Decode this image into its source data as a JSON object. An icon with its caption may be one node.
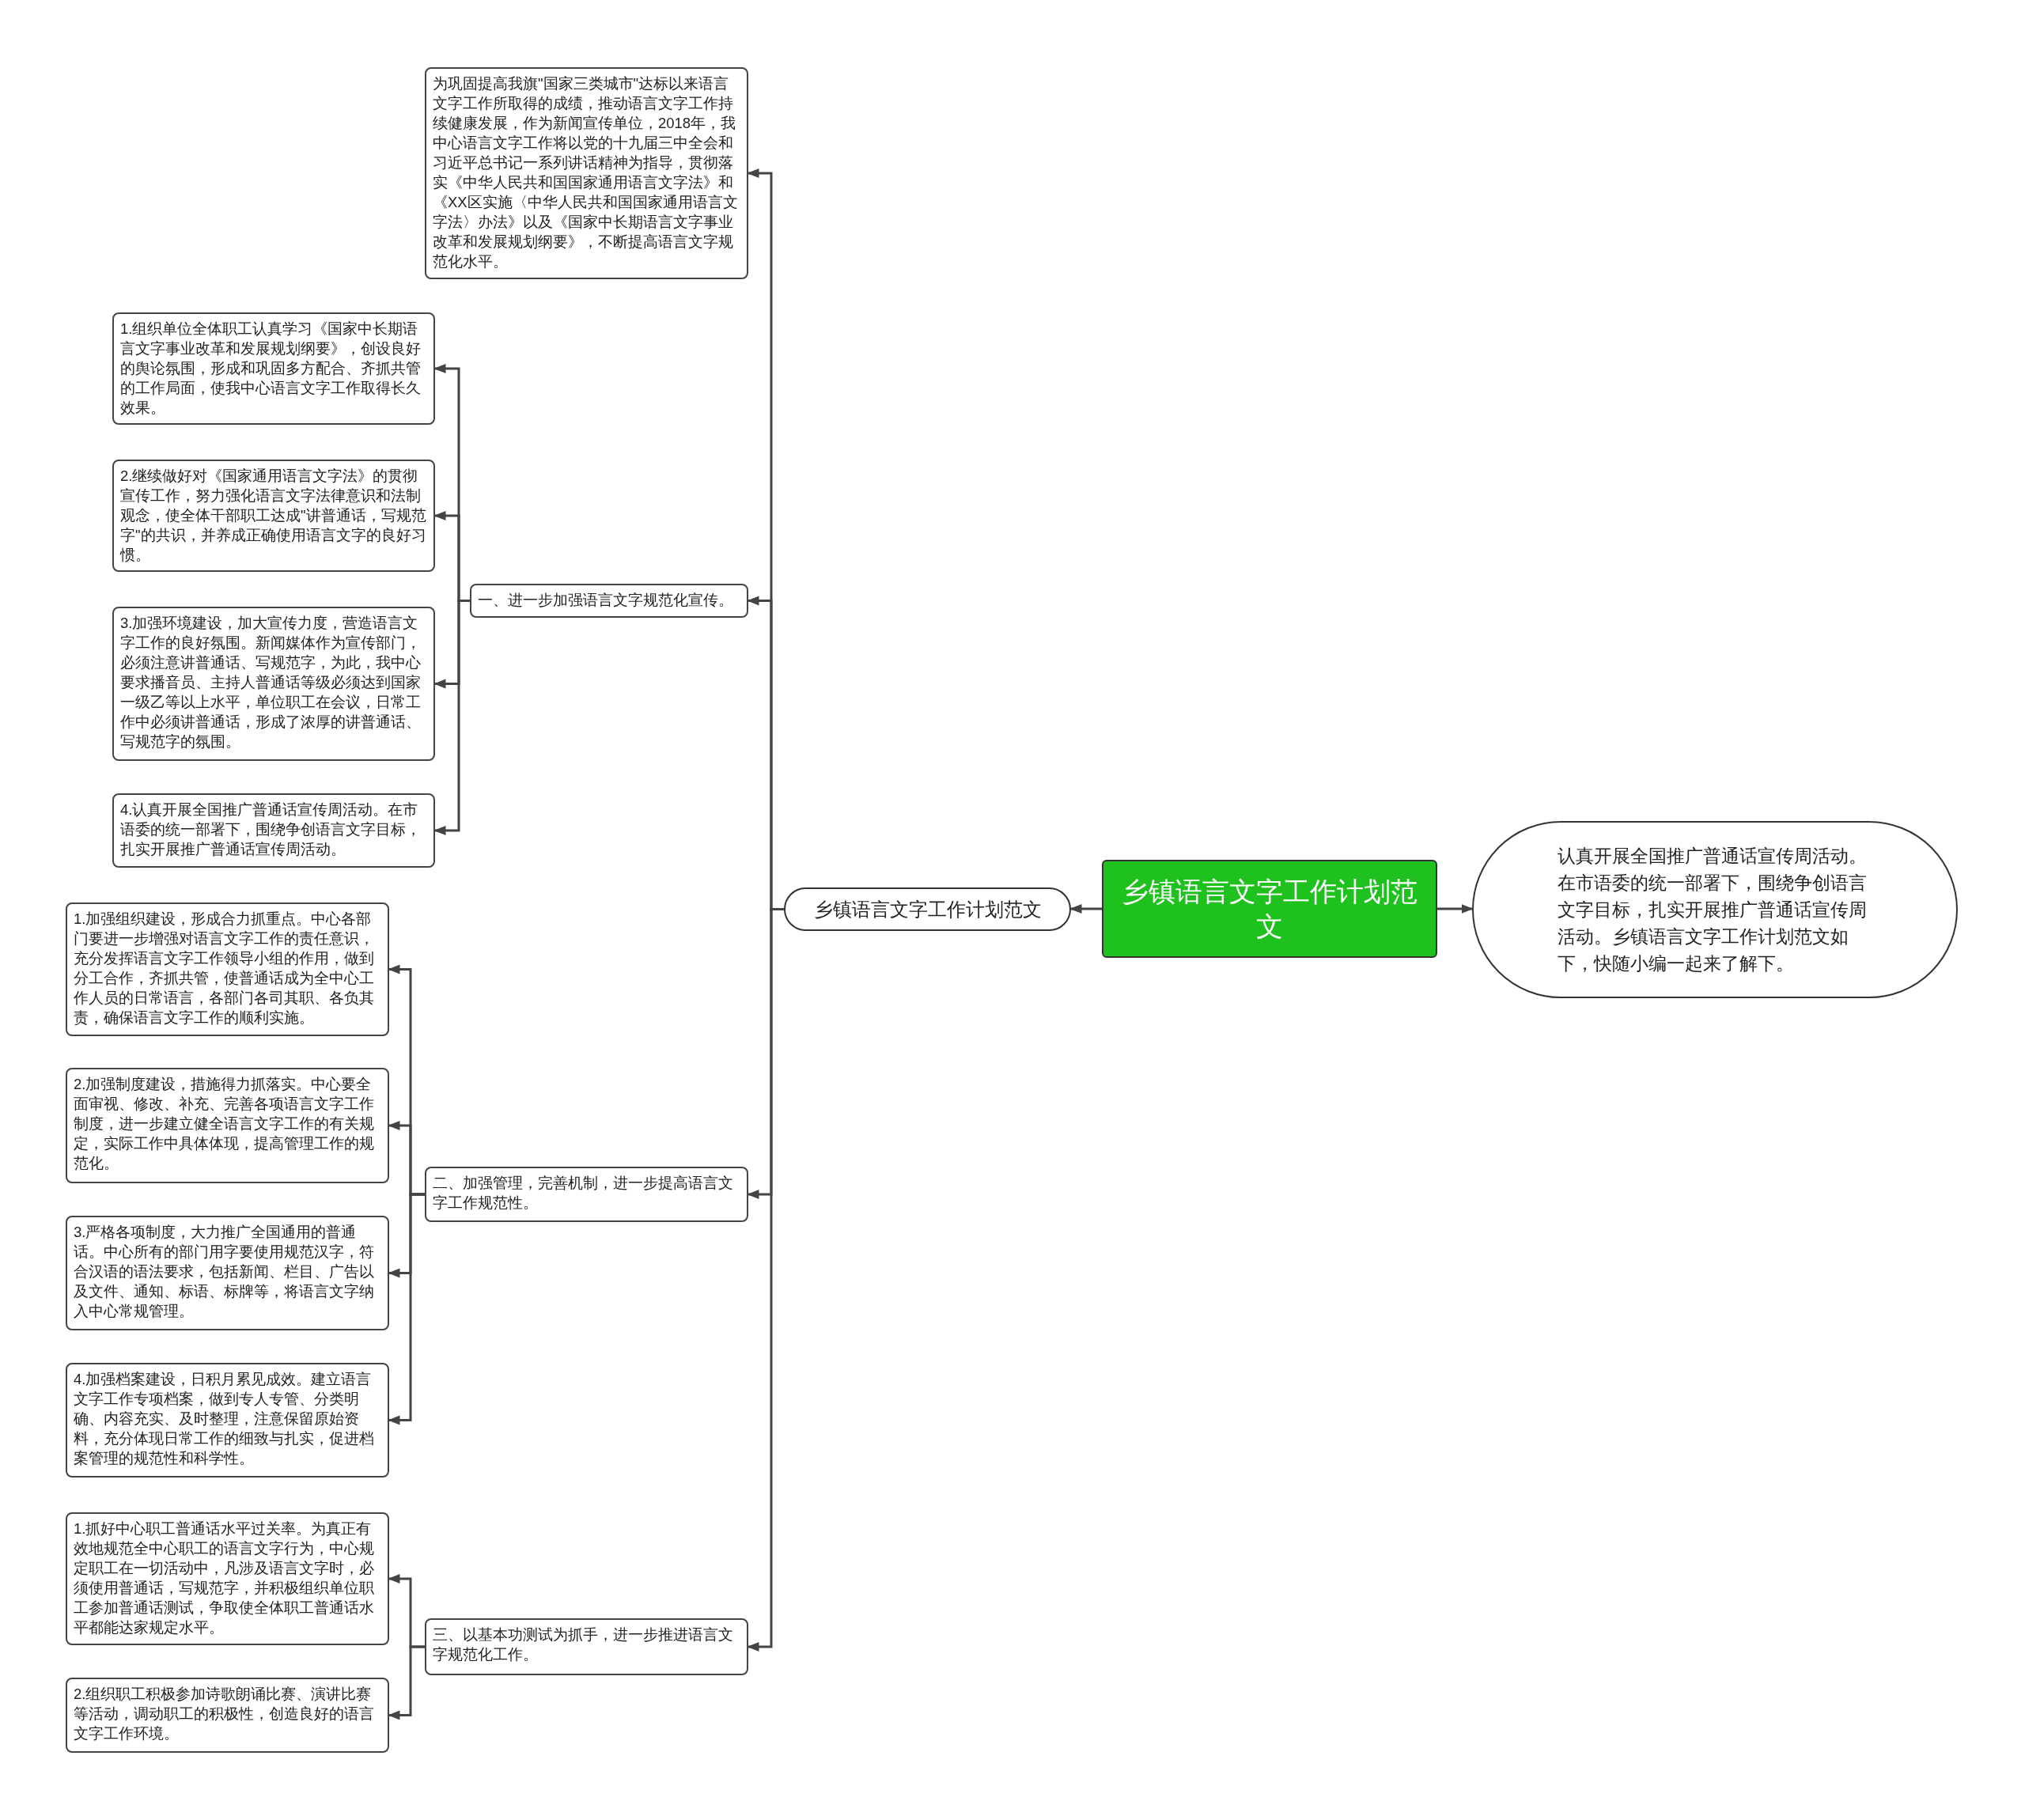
{
  "diagram": {
    "nodes": [
      {
        "text": [
          "乡镇语言文字工作计划范文"
        ]
      },
      {
        "text": [
          "认真开展全国推广普通话宣传周活动。在市语委的统一部署下，围绕争创语言文字目标，扎实开展推广普通话宣传周活动。乡镇语言文字工作计划范文如下，快随小编一起来了解下。"
        ]
      },
      {
        "text": [
          "乡镇语言文字工作计划范文"
        ]
      },
      {
        "text": [
          "为巩固提高我旗\"国家三类城市\"达标以来语言文字工作所取得的成绩，推动语言文字工作持续健康发展，作为新闻宣传单位，2018年，我中心语言文字工作将以党的十九届三中全会和习近平总书记一系列讲话精神为指导，贯彻落实《中华人民共和国国家通用语言文字法》和《XX区实施〈中华人民共和国国家通用语言文字法〉办法》以及《国家中长期语言文字事业改革和发展规划纲要》，不断提高语言文字规范化水平。"
        ]
      },
      {
        "text": [
          "一、进一步加强语言文字规范化宣传。"
        ]
      },
      {
        "text": [
          "1.组织单位全体职工认真学习《国家中长期语言文字事业改革和发展规划纲要》，创设良好的舆论氛围，形成和巩固多方配合、齐抓共管的工作局面，使我中心语言文字工作取得长久效果。"
        ]
      },
      {
        "text": [
          "2.继续做好对《国家通用语言文字法》的贯彻宣传工作，努力强化语言文字法律意识和法制观念，使全体干部职工达成\"讲普通话，写规范字\"的共识，并养成正确使用语言文字的良好习惯。"
        ]
      },
      {
        "text": [
          "3.加强环境建设，加大宣传力度，营造语言文字工作的良好氛围。新闻媒体作为宣传部门，必须注意讲普通话、写规范字，为此，我中心要求播音员、主持人普通话等级必须达到国家一级乙等以上水平，单位职工在会议，日常工作中必须讲普通话，形成了浓厚的讲普通话、写规范字的氛围。"
        ]
      },
      {
        "text": [
          "4.认真开展全国推广普通话宣传周活动。在市语委的统一部署下，围绕争创语言文字目标，扎实开展推广普通话宣传周活动。"
        ]
      },
      {
        "text": [
          "二、加强管理，完善机制，进一步提高语言文字工作规范性。"
        ]
      },
      {
        "text": [
          "1.加强组织建设，形成合力抓重点。中心各部门要进一步增强对语言文字工作的责任意识，充分发挥语言文字工作领导小组的作用，做到分工合作，齐抓共管，使普通话成为全中心工作人员的日常语言，各部门各司其职、各负其责，确保语言文字工作的顺利实施。"
        ]
      },
      {
        "text": [
          "2.加强制度建设，措施得力抓落实。中心要全面审视、修改、补充、完善各项语言文字工作制度，进一步建立健全语言文字工作的有关规定，实际工作中具体体现，提高管理工作的规范化。"
        ]
      },
      {
        "text": [
          "3.严格各项制度，大力推广全国通用的普通话。中心所有的部门用字要使用规范汉字，符合汉语的语法要求，包括新闻、栏目、广告以及文件、通知、标语、标牌等，将语言文字纳入中心常规管理。"
        ]
      },
      {
        "text": [
          "4.加强档案建设，日积月累见成效。建立语言文字工作专项档案，做到专人专管、分类明确、内容充实、及时整理，注意保留原始资料，充分体现日常工作的细致与扎实，促进档案管理的规范性和科学性。"
        ]
      },
      {
        "text": [
          "三、以基本功测试为抓手，进一步推进语言文字规范化工作。"
        ]
      },
      {
        "text": [
          "1.抓好中心职工普通话水平过关率。为真正有效地规范全中心职工的语言文字行为，中心规定职工在一切活动中，凡涉及语言文字时，必须使用普通话，写规范字，并积极组织单位职工参加普通话测试，争取使全体职工普通话水平都能达家规定水平。"
        ]
      },
      {
        "text": [
          "2.组织职工积极参加诗歌朗诵比赛、演讲比赛等活动，调动职工的积极性，创造良好的语言文字工作环境。"
        ]
      }
    ],
    "edges": [
      {
        "from": 0,
        "to": 2,
        "arrow": "to"
      },
      {
        "from": 0,
        "to": 1,
        "arrow": "to"
      },
      {
        "from": 2,
        "to": 3,
        "arrow": "to"
      },
      {
        "from": 2,
        "to": 4,
        "arrow": "to"
      },
      {
        "from": 2,
        "to": 9,
        "arrow": "to"
      },
      {
        "from": 2,
        "to": 14,
        "arrow": "to"
      },
      {
        "from": 4,
        "to": 5,
        "arrow": "to"
      },
      {
        "from": 4,
        "to": 6,
        "arrow": "to"
      },
      {
        "from": 4,
        "to": 7,
        "arrow": "to"
      },
      {
        "from": 4,
        "to": 8,
        "arrow": "to"
      },
      {
        "from": 9,
        "to": 10,
        "arrow": "to"
      },
      {
        "from": 9,
        "to": 11,
        "arrow": "to"
      },
      {
        "from": 9,
        "to": 12,
        "arrow": "to"
      },
      {
        "from": 9,
        "to": 13,
        "arrow": "to"
      },
      {
        "from": 14,
        "to": 15,
        "arrow": "to"
      },
      {
        "from": 14,
        "to": 16,
        "arrow": "to"
      }
    ]
  }
}
